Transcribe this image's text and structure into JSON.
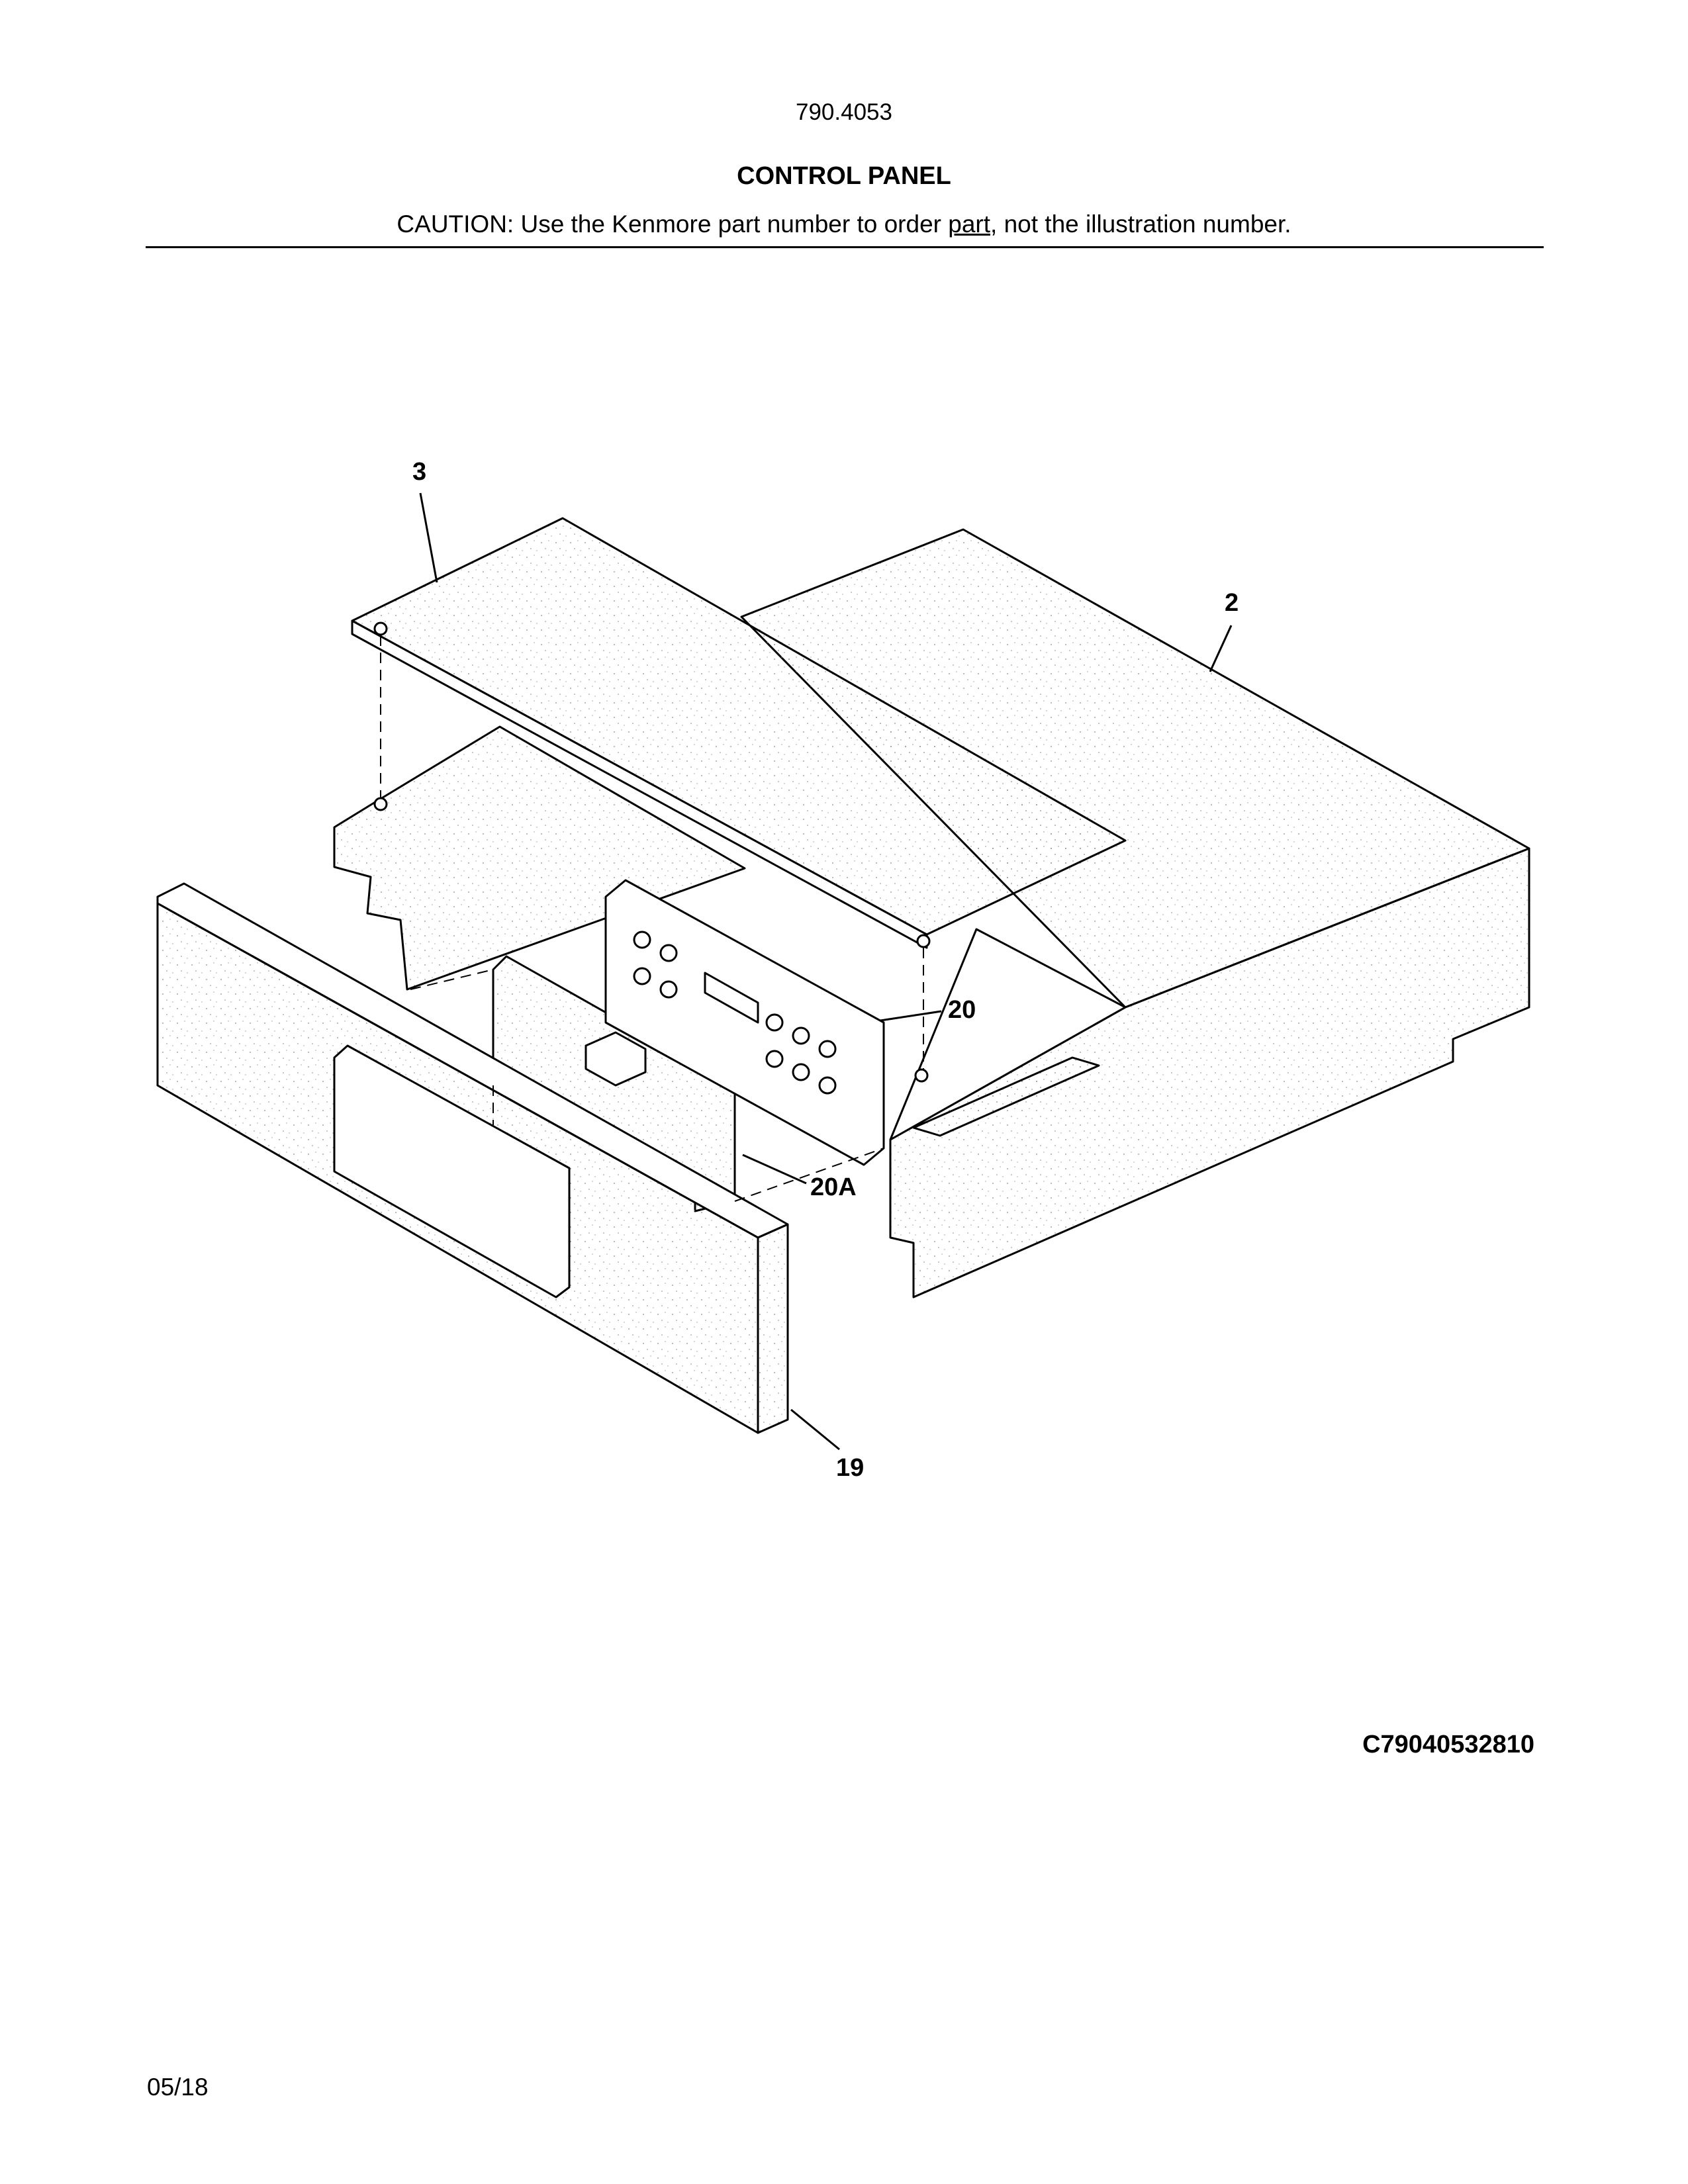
{
  "header": {
    "model_number": "790.4053",
    "title": "CONTROL PANEL",
    "caution_prefix": "CAUTION: Use the Kenmore part number to order ",
    "caution_underlined": "part",
    "caution_suffix": ", not the illustration number."
  },
  "callouts": {
    "part_3": "3",
    "part_2": "2",
    "part_20": "20",
    "part_20a": "20A",
    "part_19": "19"
  },
  "footer": {
    "figure_code": "C79040532810",
    "date": "05/18"
  }
}
